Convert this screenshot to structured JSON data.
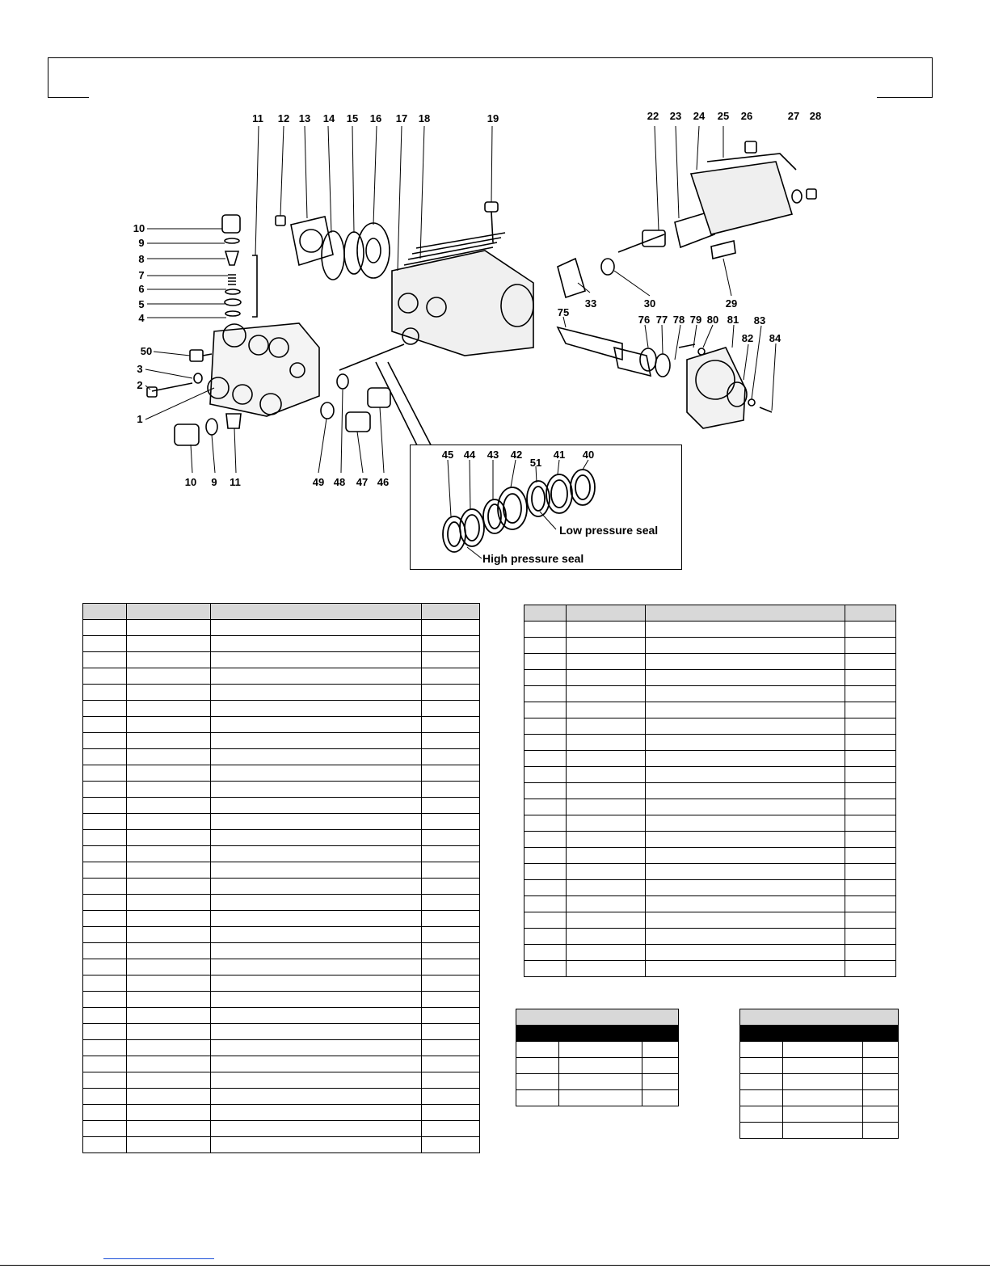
{
  "diagram": {
    "callouts": {
      "c1": "1",
      "c2": "2",
      "c3": "3",
      "c4": "4",
      "c5": "5",
      "c6": "6",
      "c7": "7",
      "c8": "8",
      "c9": "9",
      "c10": "10",
      "c11": "11",
      "c12": "12",
      "c13": "13",
      "c14": "14",
      "c15": "15",
      "c16": "16",
      "c17": "17",
      "c18": "18",
      "c19": "19",
      "c22": "22",
      "c23": "23",
      "c24": "24",
      "c25": "25",
      "c26": "26",
      "c27": "27",
      "c28": "28",
      "c29": "29",
      "c30": "30",
      "c33": "33",
      "c40": "40",
      "c41": "41",
      "c42": "42",
      "c43": "43",
      "c44": "44",
      "c45": "45",
      "c46": "46",
      "c47": "47",
      "c48": "48",
      "c49": "49",
      "c50": "50",
      "c51": "51",
      "c75": "75",
      "c76": "76",
      "c77": "77",
      "c78": "78",
      "c79": "79",
      "c80": "80",
      "c81": "81",
      "c82": "82",
      "c83": "83",
      "c84": "84"
    },
    "seal_labels": {
      "low": "Low pressure seal",
      "high": "High pressure seal"
    }
  },
  "tables": {
    "left_rows": 33,
    "right_rows": 22,
    "kit_left_rows": 4,
    "kit_right_rows": 6
  }
}
